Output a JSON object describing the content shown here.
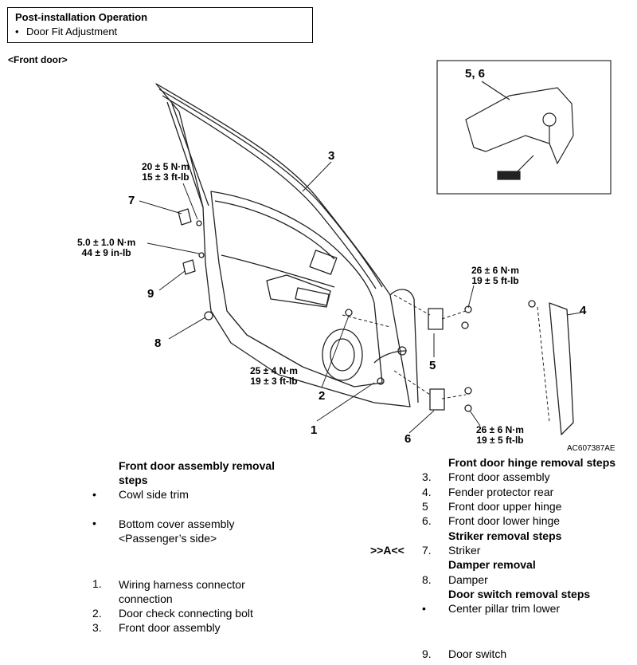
{
  "post_install": {
    "title": "Post-installation Operation",
    "item": "Door Fit Adjustment",
    "bullet": "•"
  },
  "section_label": "<Front door>",
  "diagram": {
    "inset_label": "5, 6",
    "callouts": [
      "3",
      "7",
      "9",
      "8",
      "2",
      "1",
      "5",
      "6",
      "4"
    ],
    "torques": {
      "t1": [
        "20 ± 5 N·m",
        "15 ± 3 ft-lb"
      ],
      "t2": [
        "5.0 ± 1.0 N·m",
        "44 ± 9 in-lb"
      ],
      "t3": [
        "25 ± 4 N·m",
        "19 ± 3 ft-lb"
      ],
      "t4": [
        "26 ± 6 N·m",
        "19 ± 5 ft-lb"
      ],
      "t5": [
        "26 ± 6 N·m",
        "19 ± 5 ft-lb"
      ]
    },
    "code": "AC607387AE"
  },
  "left_list": {
    "heading": "Front door assembly removal steps",
    "bullet": "•",
    "items": [
      {
        "marker": "•",
        "text": "Cowl side trim"
      },
      {
        "marker": "•",
        "text": "Bottom cover assembly <Passenger’s side>"
      },
      {
        "marker": "1.",
        "text": "Wiring harness connector connection"
      },
      {
        "marker": "2.",
        "text": "Door check connecting bolt"
      },
      {
        "marker": "3.",
        "text": "Front door assembly"
      }
    ]
  },
  "right_list": {
    "hinge_heading": "Front door hinge removal steps",
    "hinge_items": [
      {
        "marker": "3.",
        "text": "Front door assembly"
      },
      {
        "marker": "4.",
        "text": "Fender protector rear"
      },
      {
        "marker": "5",
        "text": "Front door upper hinge"
      },
      {
        "marker": "6.",
        "text": "Front door lower hinge"
      }
    ],
    "striker_heading": "Striker removal steps",
    "striker_ref": ">>A<<",
    "striker_item": {
      "marker": "7.",
      "text": "Striker"
    },
    "damper_heading": "Damper removal",
    "damper_item": {
      "marker": "8.",
      "text": "Damper"
    },
    "switch_heading": "Door switch removal steps",
    "switch_items": [
      {
        "marker": "•",
        "text": "Center pillar trim lower"
      },
      {
        "marker": "9.",
        "text": "Door switch"
      }
    ]
  }
}
